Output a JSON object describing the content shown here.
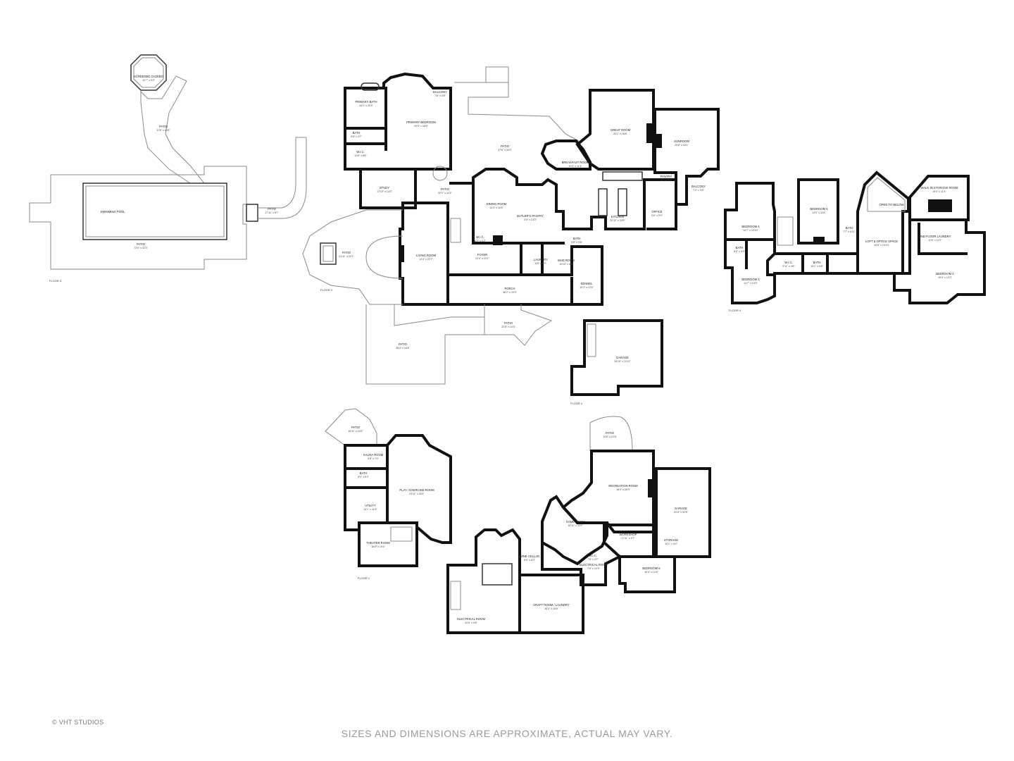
{
  "footer": {
    "copyright": "© VHT STUDIOS",
    "disclaimer": "SIZES AND DIMENSIONS ARE APPROXIMATE, ACTUAL MAY VARY."
  },
  "floor_labels": {
    "floor3": "FLOOR 3",
    "floor2_main": "FLOOR 2",
    "floor2": "FLOOR 2",
    "floor4": "FLOOR 4",
    "floor1": "FLOOR 1"
  },
  "rooms": {
    "gazebo": {
      "name": "SCREENED GAZEBO",
      "dim": "10'7\" x 9'0\""
    },
    "patio_walk": {
      "name": "PATIO",
      "dim": "11'8\" x 14'5\""
    },
    "pool": {
      "name": "SWIMMING POOL",
      "dim": ""
    },
    "pool_patio": {
      "name": "PATIO",
      "dim": "73'0\" x 32'4\""
    },
    "side_patio": {
      "name": "PATIO",
      "dim": "17'11\" x 8'7\""
    },
    "primary_bath": {
      "name": "PRIMARY BATH",
      "dim": "14'1\" x 20'4\""
    },
    "primary_bedroom": {
      "name": "PRIMARY BEDROOM",
      "dim": "20'0\" x 18'8\""
    },
    "balcony_top": {
      "name": "BALCONY",
      "dim": "7'8\" x 4'8\""
    },
    "bath_f2": {
      "name": "BATH",
      "dim": "5'8\" x 4'7\""
    },
    "wic_f2": {
      "name": "W.I.C.",
      "dim": "11'8\" x 8'5\""
    },
    "patio_main": {
      "name": "PATIO",
      "dim": "37'6\" x 30'0\""
    },
    "great_room": {
      "name": "GREAT ROOM",
      "dim": "20'1\" x 18'8\""
    },
    "sunroom": {
      "name": "SUNROOM",
      "dim": "20'8\" x 16'1\""
    },
    "breakfast_room": {
      "name": "BREAKFAST ROOM",
      "dim": "10'0\" x 11'4\""
    },
    "study": {
      "name": "STUDY",
      "dim": "17'10\" x 14'0\""
    },
    "patio_hall": {
      "name": "PATIO",
      "dim": "20'1\" x 11'3\""
    },
    "dining_room": {
      "name": "DINING ROOM",
      "dim": "14'3\" x 16'5\""
    },
    "butlers_pantry": {
      "name": "BUTLER'S PANTRY",
      "dim": "4'0\" x 13'0\""
    },
    "pantry": {
      "name": "PANTRY",
      "dim": "8'7\" x 3'6\""
    },
    "balcony_side": {
      "name": "BALCONY",
      "dim": "7'4\" x 3'8\""
    },
    "kitchen": {
      "name": "KITCHEN",
      "dim": "20'11\" x 20'5\""
    },
    "office": {
      "name": "OFFICE",
      "dim": "9'6\" x 9'0\""
    },
    "patio_round": {
      "name": "PATIO",
      "dim": "21'11\" x 32'1\""
    },
    "living_room": {
      "name": "LIVING ROOM",
      "dim": "14'3\" x 22'7\""
    },
    "wic_foyer": {
      "name": "W.I.C.",
      "dim": "6'0\" x 4'2\""
    },
    "foyer": {
      "name": "FOYER",
      "dim": "22'0\" x 19'1\""
    },
    "laundry": {
      "name": "LAUNDRY",
      "dim": "8'6\" x 8'0\""
    },
    "mud_room": {
      "name": "MUD ROOM",
      "dim": "10'10\" x 8'5\""
    },
    "bath_mud": {
      "name": "BATH",
      "dim": "5'8\" x 3'6\""
    },
    "kennel": {
      "name": "KENNEL",
      "dim": "10'2\" x 13'4\""
    },
    "porch": {
      "name": "PORCH",
      "dim": "46'2\" x 10'0\""
    },
    "patio_front_right": {
      "name": "PATIO",
      "dim": "22'8\" x 14'6\""
    },
    "patio_front_left": {
      "name": "PATIO",
      "dim": "38'4\" x 16'8\""
    },
    "garage_f2": {
      "name": "GARAGE",
      "dim": "28'10\" x 23'11\""
    },
    "bedroom4": {
      "name": "BEDROOM 4",
      "dim": "14'7\" x 14'10\""
    },
    "bedroom5": {
      "name": "BEDROOM 5",
      "dim": "14'3\" x 11'8\""
    },
    "bath_f4a": {
      "name": "BATH",
      "dim": "8'5\" x 5'9\""
    },
    "bedroom3": {
      "name": "BEDROOM 3",
      "dim": "14'7\" x 13'0\""
    },
    "wic_f4": {
      "name": "W.I.C.",
      "dim": "9'11\" x 4'6\""
    },
    "bath_f4b": {
      "name": "BATH",
      "dim": "10'1\" x 4'6\""
    },
    "bath_f4c": {
      "name": "BATH",
      "dim": "7'7\" x 6'11\""
    },
    "loft_office": {
      "name": "LOFT & OFFICE SPACE",
      "dim": "10'8\" x 15'10\""
    },
    "open_below": {
      "name": "OPEN TO BELOW",
      "dim": ""
    },
    "walkin_storage": {
      "name": "WALK-IN STORAGE ROOM",
      "dim": "19'0\" x 11'4\""
    },
    "laundry_2nd": {
      "name": "2ND FLOOR LAUNDRY",
      "dim": "11'8\" x 10'1\""
    },
    "bedroom2": {
      "name": "BEDROOM 2",
      "dim": "19'4\" x 12'0\""
    },
    "patio_f1": {
      "name": "PATIO",
      "dim": "16'11\" x 12'6\""
    },
    "sauna": {
      "name": "SAUNA ROOM",
      "dim": "5'8\" x 7'0\""
    },
    "bath_f1": {
      "name": "BATH",
      "dim": "8'0\" x 6'2\""
    },
    "utility": {
      "name": "UTILITY",
      "dim": "14'1\" x 11'5\""
    },
    "play_exercise": {
      "name": "PLAY / EXERCISE ROOM",
      "dim": "24'11\" x 26'2\""
    },
    "theater": {
      "name": "THEATER ROOM",
      "dim": "16'8\" x 19'4\""
    },
    "patio_rec": {
      "name": "PATIO",
      "dim": "19'6\" x 12'8\""
    },
    "recreation": {
      "name": "RECREATION ROOM",
      "dim": "16'0\" x 26'0\""
    },
    "garage_f1": {
      "name": "GARAGE",
      "dim": "20'8\" x 22'8\""
    },
    "game_room": {
      "name": "GAME ROOM",
      "dim": "18'11\" x 11'9\""
    },
    "workshop": {
      "name": "WORKSHOP",
      "dim": "17'11\" x 9'7\""
    },
    "storage": {
      "name": "STORAGE",
      "dim": "10'1\" x 5'4\""
    },
    "wine_cellar": {
      "name": "WINE CELLAR",
      "dim": "6'0\" x 8'2\""
    },
    "electrical_small": {
      "name": "ELECTRICAL ROOM",
      "dim": "7'6\" x 10'9\""
    },
    "wic_f1": {
      "name": "W.I.C.",
      "dim": "7'6\" x 4'7\""
    },
    "bedroom6": {
      "name": "BEDROOM 6",
      "dim": "16'4\" x 12'8\""
    },
    "craft_laundry": {
      "name": "CRAFT ROOM / LAUNDRY",
      "dim": "16'3\" x 16'6\""
    },
    "electrical_large": {
      "name": "ELECTRICAL ROOM",
      "dim": "24'6\" x 9'6\""
    }
  }
}
